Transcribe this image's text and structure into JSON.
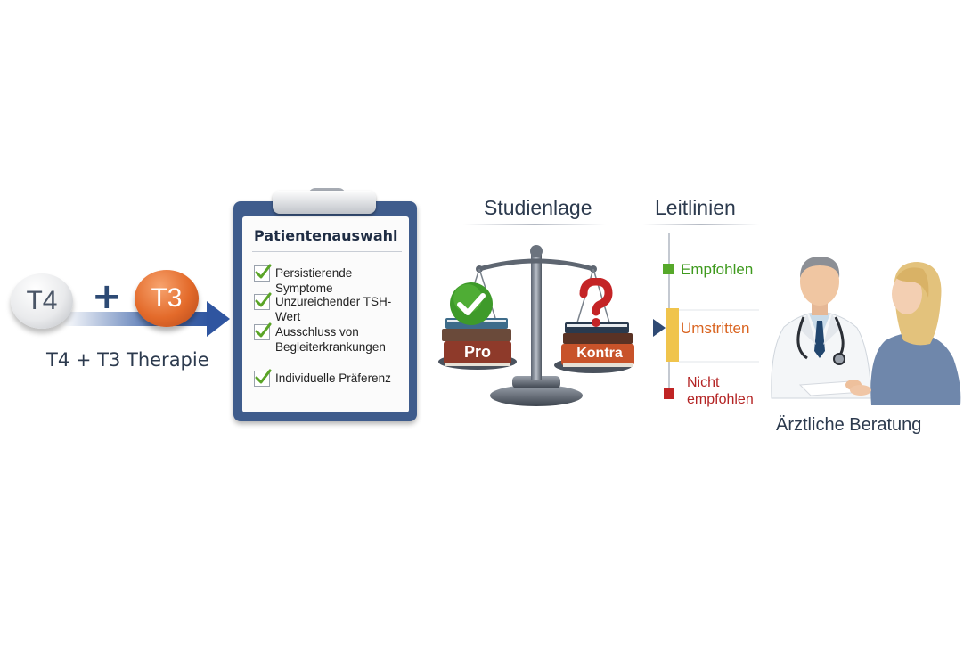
{
  "therapy": {
    "pill_left": "T4",
    "pill_right": "T3",
    "plus": "+",
    "label": "T4 + T3 Therapie"
  },
  "patient_selection": {
    "title": "Patientenauswahl",
    "items": [
      "Persistierende Symptome",
      "Unzureichender TSH-Wert",
      "Ausschluss von Begleiterkrankungen",
      "Individuelle Präferenz"
    ]
  },
  "evidence": {
    "title": "Studienlage",
    "pro": "Pro",
    "contra": "Kontra"
  },
  "guidelines": {
    "title": "Leitlinien",
    "recommended": "Empfohlen",
    "controversial": "Umstritten",
    "not_recommended_line1": "Nicht",
    "not_recommended_line2": "empfohlen",
    "colors": {
      "green": "#3f9a1e",
      "orange": "#d9631f",
      "red": "#b42424"
    }
  },
  "consultation": {
    "label": "Ärztliche Beratung"
  },
  "icons": [
    "pill-icon",
    "arrow-right-icon",
    "clipboard-icon",
    "checkmark-icon",
    "scale-icon",
    "question-mark-icon",
    "books-icon",
    "doctor-icon",
    "patient-icon"
  ]
}
